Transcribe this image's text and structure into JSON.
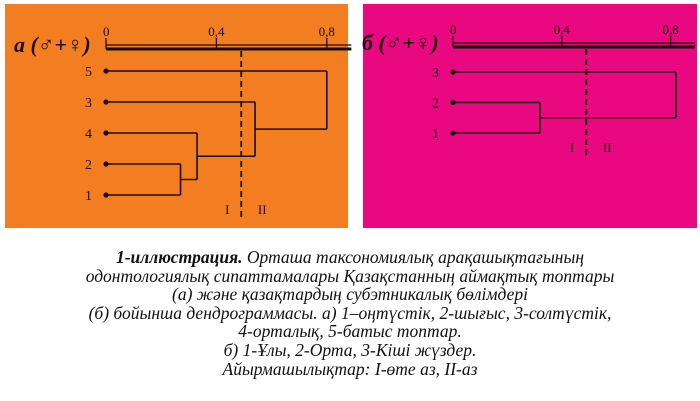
{
  "colors": {
    "panel_a": "#F37E22",
    "panel_b": "#E9087F",
    "ink": "#1a0d08"
  },
  "panels": [
    {
      "id": "a",
      "title_letter": "а",
      "title_symbols": "(♂+♀)",
      "axis_ticks": [
        {
          "value": 0,
          "label": "0"
        },
        {
          "value": 0.4,
          "label": "0,4"
        },
        {
          "value": 0.8,
          "label": "0,8"
        }
      ],
      "axis_max": 0.86,
      "leaf_order": [
        "5",
        "3",
        "4",
        "2",
        "1"
      ],
      "tree": {
        "h": 0.8,
        "c": [
          {
            "h": 0.54,
            "c": [
              {
                "h": 0.33,
                "c": [
                  {
                    "h": 0.27,
                    "c": [
                      "2",
                      "1"
                    ]
                  },
                  "4"
                ]
              },
              "3"
            ]
          },
          "5"
        ]
      },
      "cut_value": 0.49,
      "zone_labels": [
        "I",
        "II"
      ]
    },
    {
      "id": "b",
      "title_letter": "б",
      "title_symbols": "(♂+♀)",
      "axis_ticks": [
        {
          "value": 0,
          "label": "0"
        },
        {
          "value": 0.4,
          "label": "0,4"
        },
        {
          "value": 0.8,
          "label": "0,8"
        }
      ],
      "axis_max": 0.86,
      "leaf_order": [
        "3",
        "2",
        "1"
      ],
      "tree": {
        "h": 0.82,
        "c": [
          {
            "h": 0.32,
            "c": [
              "2",
              "1"
            ]
          },
          "3"
        ]
      },
      "cut_value": 0.49,
      "zone_labels": [
        "I",
        "II"
      ]
    }
  ],
  "caption": {
    "label": "1-иллюстрация.",
    "lines": [
      "Орташа таксономиялық арақашықтағының",
      "одонтологиялық сипаттамалары Қазақстанның аймақтық топтары",
      "(а) және қазақтардың субэтникалық бөлімдері",
      "(б) бойынша дендрограммасы. а) 1–оңтүстік, 2-шығыс, 3-солтүстік,",
      "4-орталық, 5-батыс топтар.",
      "б) 1-Ұлы, 2-Орта, 3-Кіші жүздер.",
      "Айырмашылықтар: I-өте аз, II-аз"
    ]
  }
}
